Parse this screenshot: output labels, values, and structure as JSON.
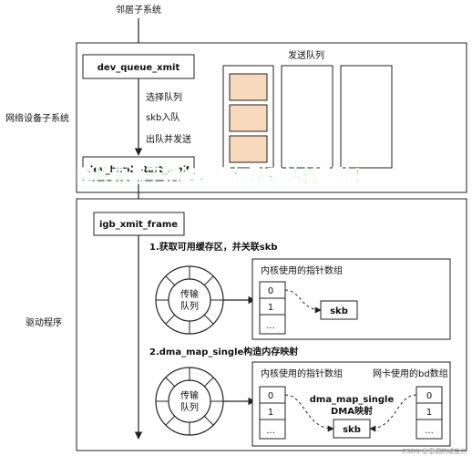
{
  "top_label": "邻居子系统",
  "network_section": {
    "label": "网络设备子系统",
    "queue_xmit": "dev_queue_xmit",
    "steps": [
      "选择队列",
      "skb入队",
      "出队并发送"
    ],
    "hard_start_xmit": "dev_hard_start_xmit",
    "send_queue_title": "发送队列"
  },
  "driver_section": {
    "label": "驱动程序",
    "igb_frame": "igb_xmit_frame",
    "step1": "1.获取可用缓存区，并关联skb",
    "step2": "2.dma_map_single构造内存映射",
    "ring": {
      "line1": "传输",
      "line2": "队列"
    },
    "kernel_array_title": "内核使用的指针数组",
    "nic_array_title": "网卡使用的bd数组",
    "array_cells": [
      "0",
      "1",
      "..."
    ],
    "skb": "skb",
    "dma_label_1": "dma_map_single",
    "dma_label_2": "DMA映射"
  },
  "watermark": "图片来源于网络，侵权联系站长删除！",
  "footer_credit": "CSDN @重调的咸鱼头"
}
